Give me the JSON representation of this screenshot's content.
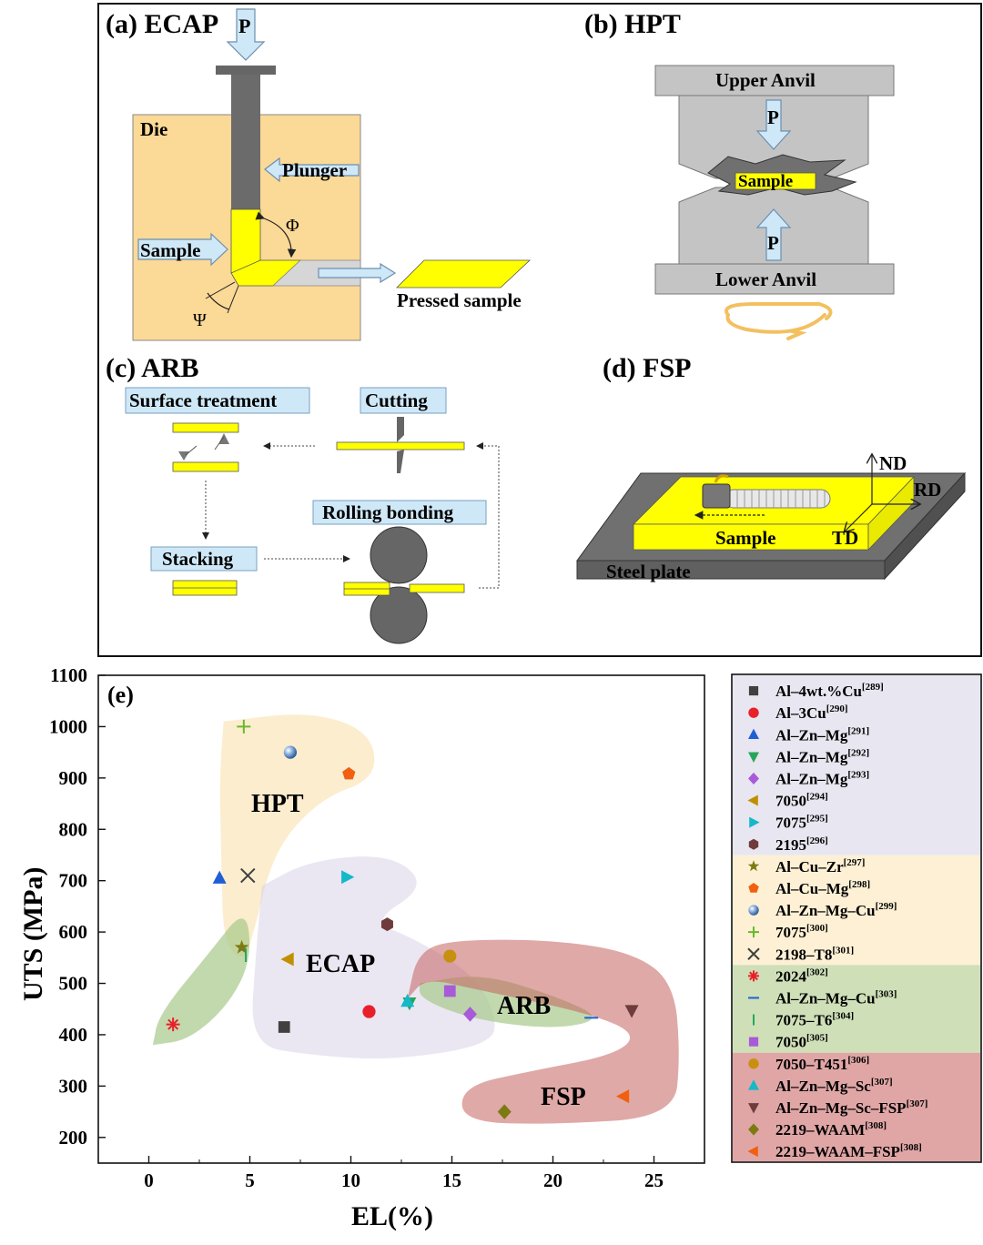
{
  "panels": {
    "a": {
      "title": "(a) ECAP",
      "force": "P",
      "die": "Die",
      "plunger": "Plunger",
      "sample": "Sample",
      "phi": "Φ",
      "psi": "Ψ",
      "pressed": "Pressed sample"
    },
    "b": {
      "title": "(b) HPT",
      "upper": "Upper Anvil",
      "lower": "Lower Anvil",
      "force": "P",
      "sample": "Sample"
    },
    "c": {
      "title": "(c) ARB",
      "surface": "Surface treatment",
      "cutting": "Cutting",
      "rolling": "Rolling bonding",
      "stacking": "Stacking"
    },
    "d": {
      "title": "(d) FSP",
      "nd": "ND",
      "rd": "RD",
      "td": "TD",
      "sample": "Sample",
      "plate": "Steel plate"
    },
    "e": {
      "label": "(e)",
      "regions": [
        "HPT",
        "ECAP",
        "ARB",
        "FSP"
      ]
    }
  },
  "chart_data": {
    "type": "scatter",
    "xlabel": "EL(%)",
    "ylabel": "UTS (MPa)",
    "xlim": [
      -2.5,
      27.5
    ],
    "ylim": [
      150,
      1100
    ],
    "xticks": [
      0,
      5,
      10,
      15,
      20,
      25
    ],
    "yticks": [
      200,
      300,
      400,
      500,
      600,
      700,
      800,
      900,
      1000,
      1100
    ],
    "grid": false,
    "legend_position": "right",
    "series": [
      {
        "name": "Al–4wt.%Cu",
        "ref": "[289]",
        "marker": "square",
        "color": "#404040",
        "x": 6.7,
        "y": 415,
        "group": "ECAP"
      },
      {
        "name": "Al–3Cu",
        "ref": "[290]",
        "marker": "circle",
        "color": "#e8202a",
        "x": 10.9,
        "y": 445,
        "group": "ECAP"
      },
      {
        "name": "Al–Zn–Mg",
        "ref": "[291]",
        "marker": "triangle-up",
        "color": "#1f5fd6",
        "x": 3.5,
        "y": 705,
        "group": "ECAP"
      },
      {
        "name": "Al–Zn–Mg",
        "ref": "[292]",
        "marker": "triangle-down",
        "color": "#27a55b",
        "x": 12.9,
        "y": 462,
        "group": "ECAP"
      },
      {
        "name": "Al–Zn–Mg",
        "ref": "[293]",
        "marker": "diamond",
        "color": "#a85ad8",
        "x": 15.9,
        "y": 440,
        "group": "ECAP"
      },
      {
        "name": "7050",
        "ref": "[294]",
        "marker": "triangle-left",
        "color": "#c09000",
        "x": 6.9,
        "y": 547,
        "group": "ECAP"
      },
      {
        "name": "7075",
        "ref": "[295]",
        "marker": "triangle-right",
        "color": "#15b8c8",
        "x": 9.8,
        "y": 707,
        "group": "ECAP"
      },
      {
        "name": "2195",
        "ref": "[296]",
        "marker": "hexagon",
        "color": "#6e3c3c",
        "x": 11.8,
        "y": 615,
        "group": "ECAP"
      },
      {
        "name": "Al–Cu–Zr",
        "ref": "[297]",
        "marker": "star",
        "color": "#7d7a13",
        "x": 4.6,
        "y": 570,
        "group": "HPT"
      },
      {
        "name": "Al–Cu–Mg",
        "ref": "[298]",
        "marker": "pentagon",
        "color": "#f06010",
        "x": 9.9,
        "y": 908,
        "group": "HPT"
      },
      {
        "name": "Al–Zn–Mg–Cu",
        "ref": "[299]",
        "marker": "sphere",
        "color": "#5a8fcf",
        "x": 7.0,
        "y": 950,
        "group": "HPT"
      },
      {
        "name": "7075",
        "ref": "[300]",
        "marker": "plus",
        "color": "#6ab82c",
        "x": 4.7,
        "y": 1000,
        "group": "HPT"
      },
      {
        "name": "2198–T8",
        "ref": "[301]",
        "marker": "x",
        "color": "#404040",
        "x": 4.9,
        "y": 710,
        "group": "HPT"
      },
      {
        "name": "2024",
        "ref": "[302]",
        "marker": "asterisk",
        "color": "#e8202a",
        "x": 1.2,
        "y": 420,
        "group": "ARB"
      },
      {
        "name": "Al–Zn–Mg–Cu",
        "ref": "[303]",
        "marker": "dash",
        "color": "#1f5fd6",
        "x": 21.9,
        "y": 433,
        "group": "ARB"
      },
      {
        "name": "7075–T6",
        "ref": "[304]",
        "marker": "bar",
        "color": "#27a55b",
        "x": 4.8,
        "y": 555,
        "group": "ARB"
      },
      {
        "name": "7050",
        "ref": "[305]",
        "marker": "square",
        "color": "#a85ad8",
        "x": 14.9,
        "y": 485,
        "group": "ARB"
      },
      {
        "name": "7050–T451",
        "ref": "[306]",
        "marker": "circle",
        "color": "#c89010",
        "x": 14.9,
        "y": 553,
        "group": "FSP"
      },
      {
        "name": "Al–Zn–Mg–Sc",
        "ref": "[307]",
        "marker": "triangle-up",
        "color": "#15b8c8",
        "x": 12.8,
        "y": 465,
        "group": "FSP"
      },
      {
        "name": "Al–Zn–Mg–Sc–FSP",
        "ref": "[307]",
        "marker": "triangle-down",
        "color": "#6e3c3c",
        "x": 23.9,
        "y": 447,
        "group": "FSP"
      },
      {
        "name": "2219–WAAM",
        "ref": "[308]",
        "marker": "diamond",
        "color": "#7d7a13",
        "x": 17.6,
        "y": 250,
        "group": "FSP"
      },
      {
        "name": "2219–WAAM–FSP",
        "ref": "[308]",
        "marker": "triangle-left",
        "color": "#f06010",
        "x": 23.5,
        "y": 280,
        "group": "FSP"
      }
    ],
    "legend_group_colors": {
      "ECAP": "#e8e6f0",
      "HPT": "#fdf0d4",
      "ARB": "#cfdfb8",
      "FSP": "#e0a6a6"
    }
  }
}
